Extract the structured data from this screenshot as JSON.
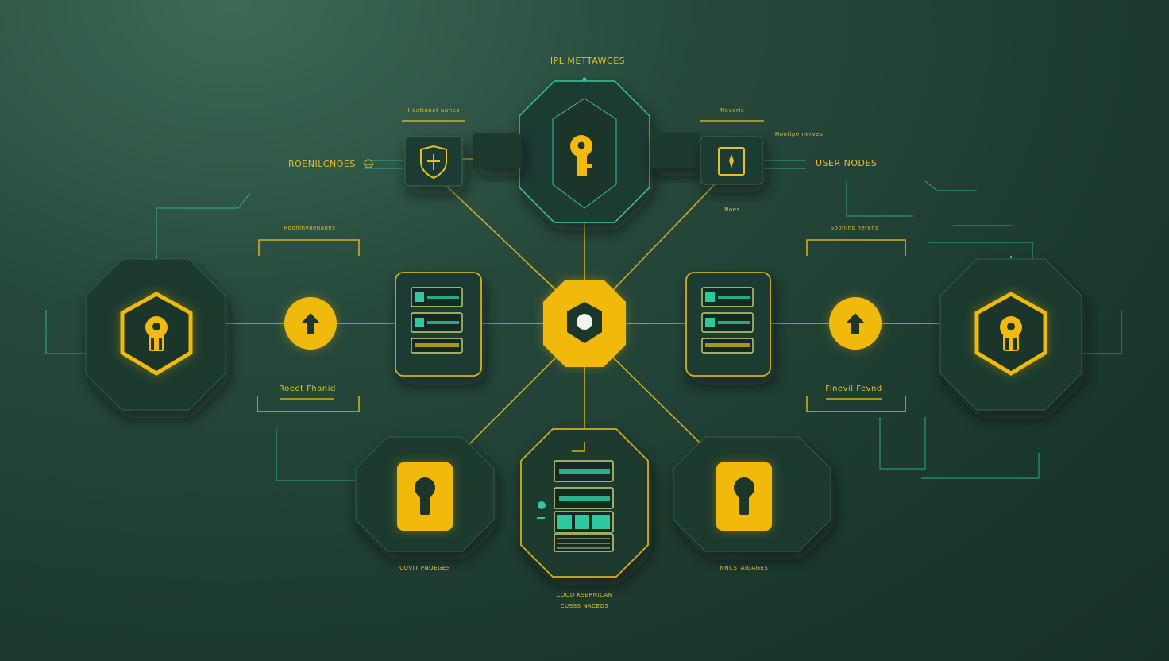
{
  "labels": {
    "top_title": "IPL METTAWCES",
    "top_left_caption": "Hootinnet aunes",
    "top_right_caption": "Neveris",
    "top_right_caption2": "Hootipe nerves",
    "left_side": "ROENILCNOES",
    "right_side": "USER NODES",
    "under_right_box": "Noes",
    "left_bracket_top": "Rooninvoenanes",
    "right_bracket_top": "Soonins nerens",
    "left_bracket_bottom": "Roeet Fhanid",
    "right_bracket_bottom": "Finevil Fevnd",
    "bottom_left": "COVIT PNOEGES",
    "bottom_right": "NNCSTAIGAGES",
    "bottom_center_1": "COOD KSERNICAN",
    "bottom_center_2": "CUSSS NACEOS"
  },
  "icons": {
    "top_left_box": "shield-icon",
    "top_center": "key-icon",
    "top_right_box": "document-icon",
    "left_node": "keyhole-icon",
    "right_node": "keyhole-icon",
    "left_arrow": "upload-arrow-icon",
    "right_arrow": "upload-arrow-icon",
    "left_server": "server-rack-icon",
    "right_server": "server-rack-icon",
    "center_hub": "hub-icon",
    "bottom_left_lock": "padlock-icon",
    "bottom_right_lock": "padlock-icon",
    "bottom_center_server": "server-rack-icon"
  },
  "colors": {
    "background": "#1f4033",
    "accent_yellow": "#f2b90f",
    "accent_teal": "#2ec9a0",
    "panel": "#1d3a2e"
  }
}
